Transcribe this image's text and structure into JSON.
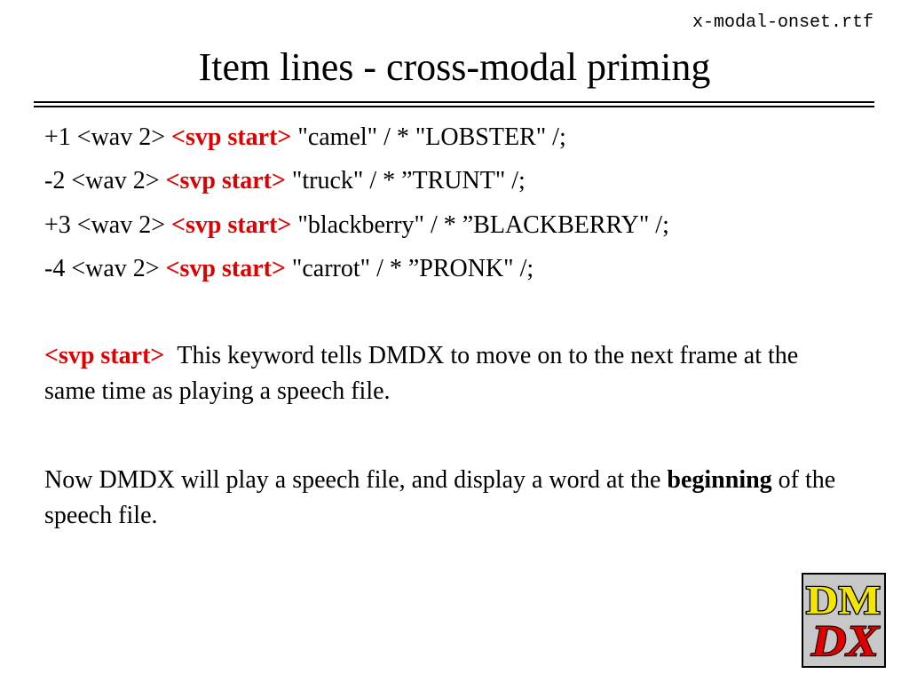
{
  "header": {
    "filename": "x-modal-onset.rtf",
    "title": "Item lines - cross-modal priming"
  },
  "item_lines": [
    {
      "prefix": "+1 <wav 2>",
      "keyword": "<svp start>",
      "rest": " \"camel\" / * \"LOBSTER\" /;"
    },
    {
      "prefix": "-2 <wav 2>",
      "keyword": "<svp start>",
      "rest": " \"truck\" / * ”TRUNT\" /;"
    },
    {
      "prefix": "+3 <wav 2>",
      "keyword": "<svp start>",
      "rest": " \"blackberry\" / * ”BLACKBERRY\" /;"
    },
    {
      "prefix": "-4 <wav 2>",
      "keyword": "<svp start>",
      "rest": " \"carrot\" / * ”PRONK\" /;"
    }
  ],
  "explanation": {
    "keyword": "<svp start>",
    "text": "This keyword tells DMDX to move on to the next frame at the same time as playing a speech file."
  },
  "note": {
    "text_before": "Now DMDX will play a speech file, and display a word at the ",
    "bold": "beginning",
    "text_after": " of the speech file."
  },
  "logo": {
    "line1": "DM",
    "line2": "DX",
    "colors": {
      "background": "#c8c8c8",
      "top_fill": "#f5e600",
      "bottom_fill": "#e00000",
      "outline": "#000000"
    }
  },
  "colors": {
    "keyword": "#e00000",
    "text": "#000000",
    "background": "#ffffff"
  }
}
